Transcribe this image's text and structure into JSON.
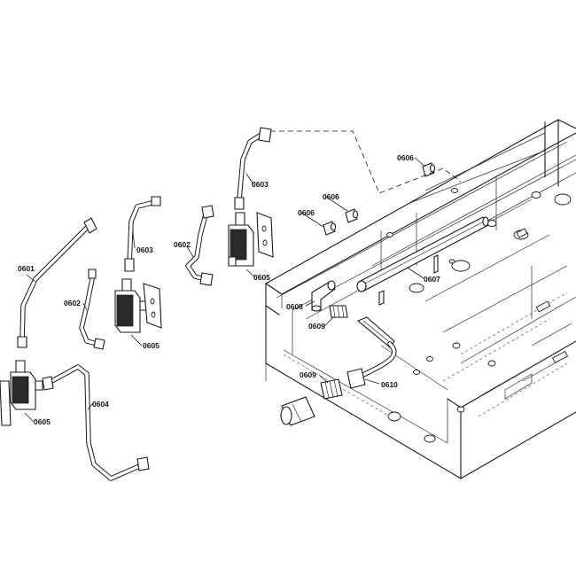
{
  "callouts": [
    {
      "id": "c0601",
      "text": "0601"
    },
    {
      "id": "c0602a",
      "text": "0602"
    },
    {
      "id": "c0602b",
      "text": "0602"
    },
    {
      "id": "c0603a",
      "text": "0603"
    },
    {
      "id": "c0603b",
      "text": "0603"
    },
    {
      "id": "c0604",
      "text": "0604"
    },
    {
      "id": "c0605a",
      "text": "0605"
    },
    {
      "id": "c0605b",
      "text": "0605"
    },
    {
      "id": "c0605c",
      "text": "0605"
    },
    {
      "id": "c0606a",
      "text": "0606"
    },
    {
      "id": "c0606b",
      "text": "0606"
    },
    {
      "id": "c0606c",
      "text": "0606"
    },
    {
      "id": "c0607",
      "text": "0607"
    },
    {
      "id": "c0608",
      "text": "0608"
    },
    {
      "id": "c0609a",
      "text": "0609"
    },
    {
      "id": "c0609b",
      "text": "0609"
    },
    {
      "id": "c0610",
      "text": "0610"
    }
  ]
}
